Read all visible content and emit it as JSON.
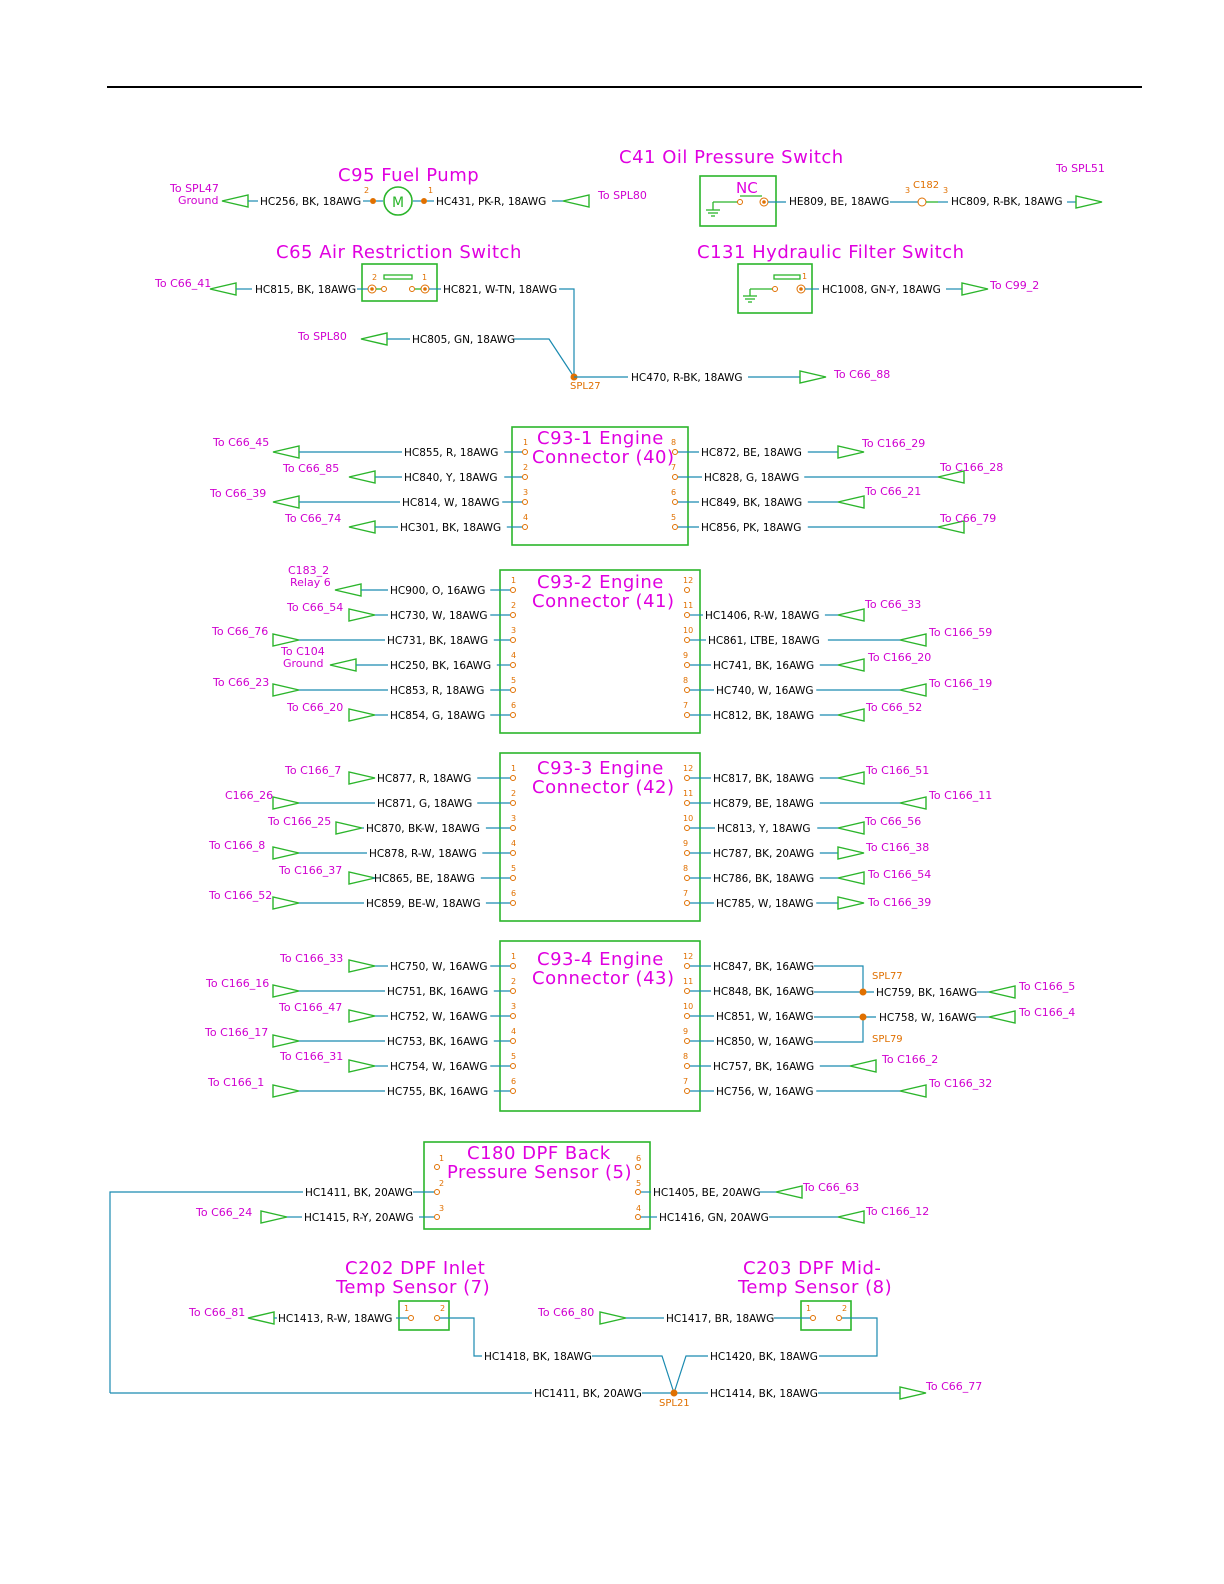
{
  "components": {
    "c95": {
      "title": "C95 Fuel Pump",
      "motor": "M",
      "pin_left": "2",
      "pin_right": "1",
      "left_dest": "To SPL47",
      "left_dest2": "Ground",
      "left_wire": "HC256, BK, 18AWG",
      "right_wire": "HC431, PK-R, 18AWG",
      "right_dest": "To SPL80"
    },
    "c41": {
      "title": "C41 Oil Pressure Switch",
      "nc": "NC",
      "wire1": "HE809, BE, 18AWG",
      "c182": "C182",
      "c182_pin_a": "3",
      "c182_pin_b": "3",
      "wire2": "HC809, R-BK, 18AWG",
      "dest": "To SPL51"
    },
    "c65": {
      "title": "C65 Air Restriction Switch",
      "pin_left": "2",
      "pin_right": "1",
      "left_dest": "To C66_41",
      "left_wire": "HC815, BK, 18AWG",
      "right_wire": "HC821, W-TN, 18AWG"
    },
    "c131": {
      "title": "C131 Hydraulic Filter Switch",
      "pin": "1",
      "wire": "HC1008, GN-Y, 18AWG",
      "dest": "To C99_2"
    },
    "spl27": {
      "label": "SPL27",
      "wire_a": "HC805, GN, 18AWG",
      "dest_a": "To SPL80",
      "wire_b": "HC470, R-BK, 18AWG",
      "dest_b": "To C66_88"
    }
  },
  "connectors": [
    {
      "title1": "C93-1 Engine",
      "title2": "Connector (40)",
      "left": [
        {
          "pin": "1",
          "wire": "HC855, R, 18AWG",
          "dest": "To C66_45"
        },
        {
          "pin": "2",
          "wire": "HC840, Y, 18AWG",
          "dest": "To C66_85"
        },
        {
          "pin": "3",
          "wire": "HC814, W, 18AWG",
          "dest": "To C66_39"
        },
        {
          "pin": "4",
          "wire": "HC301, BK, 18AWG",
          "dest": "To C66_74"
        }
      ],
      "right": [
        {
          "pin": "8",
          "wire": "HC872, BE, 18AWG",
          "dest": "To C166_29"
        },
        {
          "pin": "7",
          "wire": "HC828, G, 18AWG",
          "dest": "To C166_28"
        },
        {
          "pin": "6",
          "wire": "HC849, BK, 18AWG",
          "dest": "To C66_21"
        },
        {
          "pin": "5",
          "wire": "HC856, PK, 18AWG",
          "dest": "To C66_79"
        }
      ]
    },
    {
      "title1": "C93-2 Engine",
      "title2": "Connector (41)",
      "left": [
        {
          "pin": "1",
          "wire": "HC900, O, 16AWG",
          "dest": "C183_2",
          "dest2": "Relay 6"
        },
        {
          "pin": "2",
          "wire": "HC730, W, 18AWG",
          "dest": "To C66_54"
        },
        {
          "pin": "3",
          "wire": "HC731, BK, 18AWG",
          "dest": "To C66_76"
        },
        {
          "pin": "4",
          "wire": "HC250, BK, 16AWG",
          "dest": "To C104",
          "dest2": "Ground"
        },
        {
          "pin": "5",
          "wire": "HC853, R, 18AWG",
          "dest": "To C66_23"
        },
        {
          "pin": "6",
          "wire": "HC854, G, 18AWG",
          "dest": "To C66_20"
        }
      ],
      "right": [
        {
          "pin": "12",
          "wire": "",
          "dest": ""
        },
        {
          "pin": "11",
          "wire": "HC1406, R-W, 18AWG",
          "dest": "To C66_33"
        },
        {
          "pin": "10",
          "wire": "HC861, LTBE, 18AWG",
          "dest": "To C166_59"
        },
        {
          "pin": "9",
          "wire": "HC741, BK, 16AWG",
          "dest": "To C166_20"
        },
        {
          "pin": "8",
          "wire": "HC740, W, 16AWG",
          "dest": "To C166_19"
        },
        {
          "pin": "7",
          "wire": "HC812, BK, 18AWG",
          "dest": "To C66_52"
        }
      ]
    },
    {
      "title1": "C93-3 Engine",
      "title2": "Connector (42)",
      "left": [
        {
          "pin": "1",
          "wire": "HC877, R, 18AWG",
          "dest": "To C166_7"
        },
        {
          "pin": "2",
          "wire": "HC871, G, 18AWG",
          "dest": "C166_26"
        },
        {
          "pin": "3",
          "wire": "HC870, BK-W, 18AWG",
          "dest": "To C166_25"
        },
        {
          "pin": "4",
          "wire": "HC878, R-W, 18AWG",
          "dest": "To C166_8"
        },
        {
          "pin": "5",
          "wire": "HC865, BE, 18AWG",
          "dest": "To C166_37"
        },
        {
          "pin": "6",
          "wire": "HC859, BE-W, 18AWG",
          "dest": "To C166_52"
        }
      ],
      "right": [
        {
          "pin": "12",
          "wire": "HC817, BK, 18AWG",
          "dest": "To C166_51"
        },
        {
          "pin": "11",
          "wire": "HC879, BE, 18AWG",
          "dest": "To C166_11"
        },
        {
          "pin": "10",
          "wire": "HC813, Y, 18AWG",
          "dest": "To C66_56"
        },
        {
          "pin": "9",
          "wire": "HC787, BK, 20AWG",
          "dest": "To C166_38"
        },
        {
          "pin": "8",
          "wire": "HC786, BK, 18AWG",
          "dest": "To C166_54"
        },
        {
          "pin": "7",
          "wire": "HC785, W, 18AWG",
          "dest": "To C166_39"
        }
      ]
    },
    {
      "title1": "C93-4 Engine",
      "title2": "Connector (43)",
      "left": [
        {
          "pin": "1",
          "wire": "HC750, W, 16AWG",
          "dest": "To C166_33"
        },
        {
          "pin": "2",
          "wire": "HC751, BK, 16AWG",
          "dest": "To C166_16"
        },
        {
          "pin": "3",
          "wire": "HC752, W, 16AWG",
          "dest": "To C166_47"
        },
        {
          "pin": "4",
          "wire": "HC753, BK, 16AWG",
          "dest": "To C166_17"
        },
        {
          "pin": "5",
          "wire": "HC754, W, 16AWG",
          "dest": "To C166_31"
        },
        {
          "pin": "6",
          "wire": "HC755, BK, 16AWG",
          "dest": "To C166_1"
        }
      ],
      "right": [
        {
          "pin": "12",
          "wire": "HC847, BK, 16AWG",
          "dest": ""
        },
        {
          "pin": "11",
          "wire": "HC848, BK, 16AWG",
          "dest": ""
        },
        {
          "pin": "10",
          "wire": "HC851, W, 16AWG",
          "dest": ""
        },
        {
          "pin": "9",
          "wire": "HC850, W, 16AWG",
          "dest": ""
        },
        {
          "pin": "8",
          "wire": "HC757, BK, 16AWG",
          "dest": "To C166_2"
        },
        {
          "pin": "7",
          "wire": "HC756, W, 16AWG",
          "dest": "To C166_32"
        }
      ],
      "splices": {
        "spl77": "SPL77",
        "spl77_wire": "HC759, BK, 16AWG",
        "spl77_dest": "To C166_5",
        "spl79": "SPL79",
        "spl79_wire": "HC758, W, 16AWG",
        "spl79_dest": "To C166_4"
      }
    }
  ],
  "dpf": {
    "c180": {
      "title1": "C180 DPF Back",
      "title2": "Pressure Sensor (5)",
      "pins": [
        "1",
        "2",
        "3",
        "6",
        "5",
        "4"
      ],
      "wire_left1": "HC1411, BK, 20AWG",
      "wire_left2": "HC1415, R-Y, 20AWG",
      "dest_left2": "To C66_24",
      "wire_right1": "HC1405, BE, 20AWG",
      "dest_right1": "To C66_63",
      "wire_right2": "HC1416, GN, 20AWG",
      "dest_right2": "To C166_12"
    },
    "c202": {
      "title1": "C202 DPF Inlet",
      "title2": "Temp Sensor (7)",
      "pin1": "1",
      "pin2": "2",
      "wire": "HC1413, R-W, 18AWG",
      "dest": "To C66_81",
      "wire_gnd": "HC1418, BK, 18AWG"
    },
    "c203": {
      "title1": "C203 DPF Mid-",
      "title2": "Temp Sensor (8)",
      "pin1": "1",
      "pin2": "2",
      "wire": "HC1417, BR, 18AWG",
      "dest": "To C66_80",
      "wire_gnd": "HC1420, BK, 18AWG"
    },
    "spl21": {
      "label": "SPL21",
      "wire_left": "HC1411, BK, 20AWG",
      "wire_right": "HC1414, BK, 18AWG",
      "dest": "To C66_77"
    }
  },
  "colors": {
    "label": "#e000e0",
    "wire": "#1a8ab0",
    "box": "#2bb52b",
    "pin": "#e07000"
  }
}
